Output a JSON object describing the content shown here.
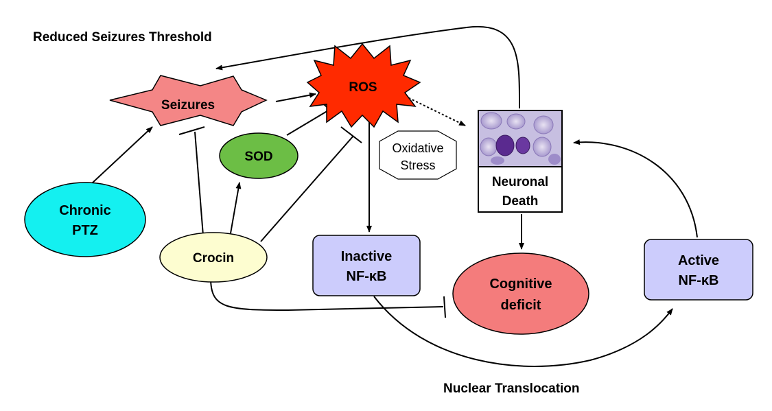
{
  "annotations": {
    "top_left": "Reduced Seizures Threshold",
    "bottom": "Nuclear Translocation"
  },
  "nodes": {
    "seizures": "Seizures",
    "ros": "ROS",
    "sod": "SOD",
    "chronic_ptz": [
      "Chronic",
      "PTZ"
    ],
    "crocin": "Crocin",
    "oxidative_stress": [
      "Oxidative",
      "Stress"
    ],
    "neuronal_death": [
      "Neuronal",
      "Death"
    ],
    "inactive_nfkb": [
      "Inactive",
      "NF-κB"
    ],
    "active_nfkb": [
      "Active",
      "NF-κB"
    ],
    "cognitive_deficit": [
      "Cognitive",
      "deficit"
    ]
  },
  "colors": {
    "seizures": "#f48686",
    "ros": "#ff2a00",
    "sod": "#6cbe45",
    "chronic_ptz": "#14f0f0",
    "crocin": "#fdfdd0",
    "nfkb_box": "#ccccfc",
    "cognitive_deficit": "#f47c7c",
    "neuron_bg": "#c7bfe1"
  }
}
